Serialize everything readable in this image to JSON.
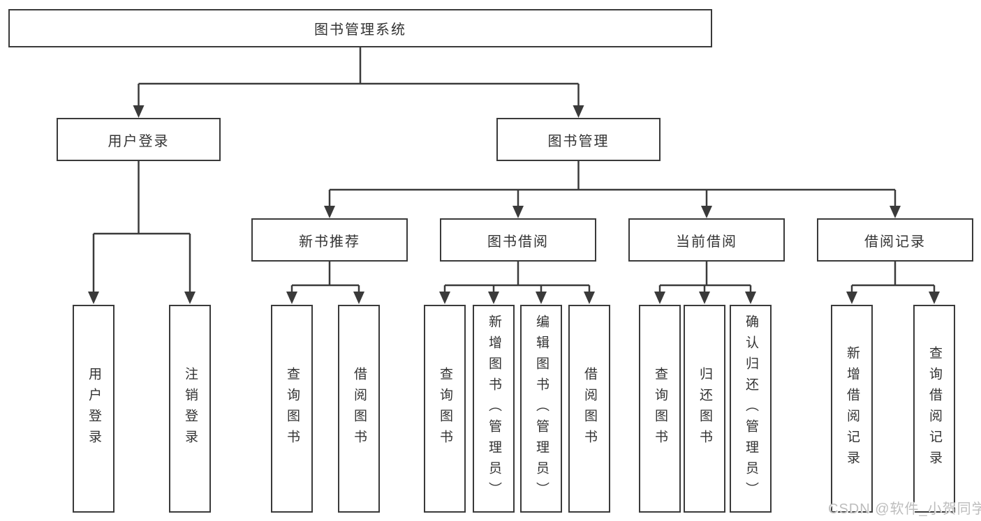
{
  "diagram": {
    "root": "图书管理系统",
    "l2": [
      "用户登录",
      "图书管理"
    ],
    "l3": [
      "新书推荐",
      "图书借阅",
      "当前借阅",
      "借阅记录"
    ],
    "leaves": [
      "用户登录",
      "注销登录",
      "查询图书",
      "借阅图书",
      "查询图书",
      "新增图书（管理员）",
      "编辑图书（管理员）",
      "借阅图书",
      "查询图书",
      "归还图书",
      "确认归还（管理员）",
      "新增借阅记录",
      "查询借阅记录"
    ],
    "watermark": "CSDN @软件_小贺同学",
    "colors": {
      "line": "#3a3a3a",
      "text": "#333333",
      "watermark": "#bdbdbd",
      "background": "#ffffff"
    }
  }
}
